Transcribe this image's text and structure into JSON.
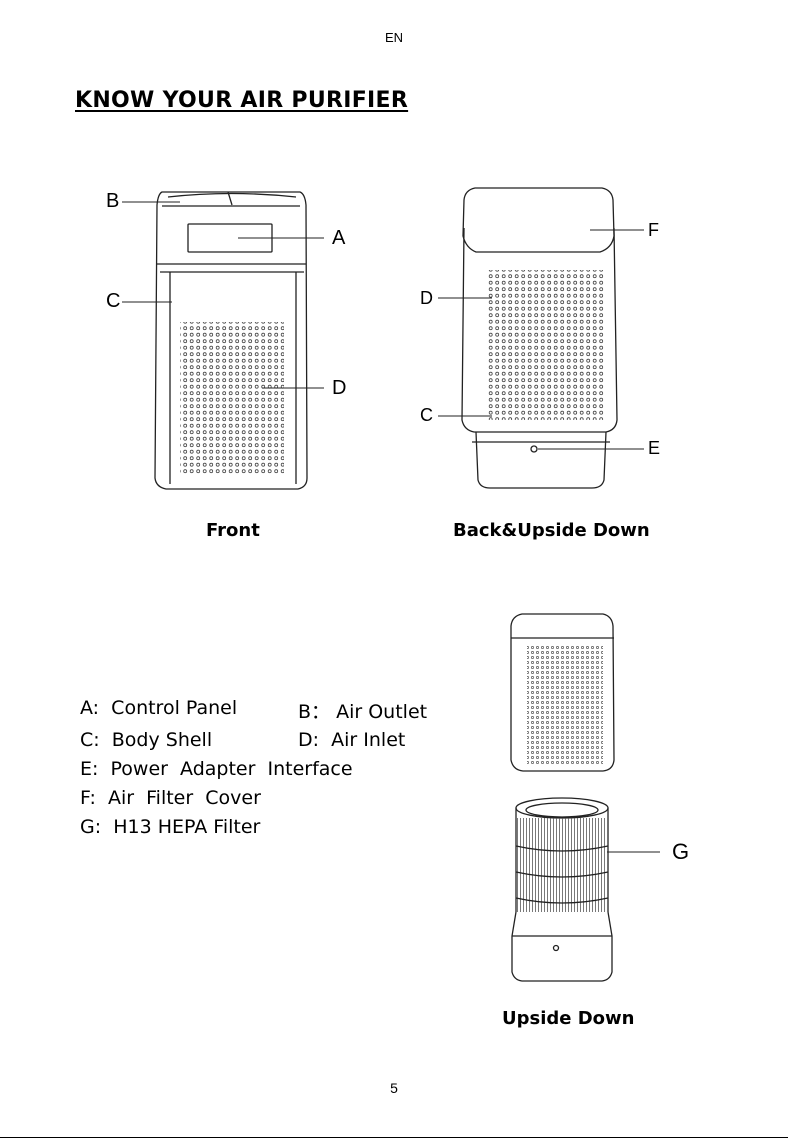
{
  "header": {
    "lang": "EN",
    "title": "KNOW YOUR AIR PURIFIER"
  },
  "figures": {
    "front": {
      "caption": "Front",
      "labels": {
        "b": "B",
        "a": "A",
        "c": "C",
        "d": "D"
      }
    },
    "back": {
      "caption": "Back&Upside Down",
      "labels": {
        "f": "F",
        "d": "D",
        "c": "C",
        "e": "E"
      }
    },
    "upside": {
      "caption": "Upside Down",
      "labels": {
        "g": "G"
      }
    }
  },
  "legend": [
    {
      "key": "A:",
      "text": "Control Panel"
    },
    {
      "key": "B：",
      "text": "Air Outlet"
    },
    {
      "key": "C:",
      "text": "Body Shell"
    },
    {
      "key": "D:",
      "text": "Air Inlet"
    },
    {
      "key": "E:",
      "text": "Power  Adapter  Interface"
    },
    {
      "key": "F:",
      "text": "Air  Filter  Cover"
    },
    {
      "key": "G:",
      "text": "H13 HEPA Filter"
    }
  ],
  "footer": {
    "page_number": "5"
  }
}
